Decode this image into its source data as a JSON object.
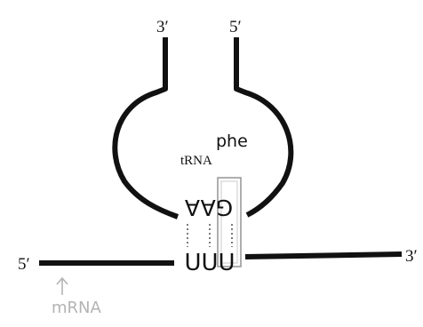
{
  "trna": {
    "end_left": "3′",
    "end_right": "5′",
    "name": "tRNA",
    "name_superscript": "phe",
    "anticodon": "GAA"
  },
  "mrna": {
    "end_left": "5′",
    "end_right": "3′",
    "codon": "UUU",
    "label": "mRNA"
  },
  "colors": {
    "stroke": "#111111",
    "box": "#9a9a9a",
    "handwriting_faint": "#b3b3b3"
  }
}
